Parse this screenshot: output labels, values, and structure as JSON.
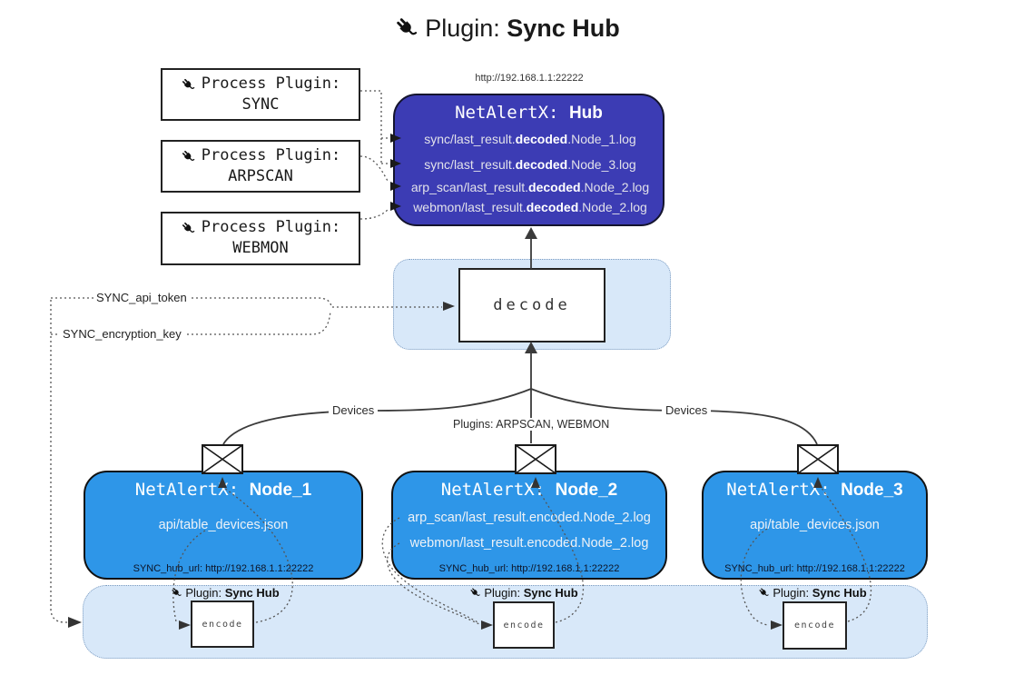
{
  "title": {
    "prefix": "Plugin:",
    "bold": "Sync Hub"
  },
  "hub": {
    "url": "http://192.168.1.1:22222",
    "name_prefix": "NetAlertX: ",
    "name_bold": "Hub",
    "logs": [
      {
        "pre": "sync/last_result.",
        "bold": "decoded",
        "post": ".Node_1.log"
      },
      {
        "pre": "sync/last_result.",
        "bold": "decoded",
        "post": ".Node_3.log"
      },
      {
        "pre": "arp_scan/last_result.",
        "bold": "decoded",
        "post": ".Node_2.log"
      },
      {
        "pre": "webmon/last_result.",
        "bold": "decoded",
        "post": ".Node_2.log"
      }
    ]
  },
  "process_plugins": [
    {
      "label": "Process Plugin:",
      "name": "SYNC"
    },
    {
      "label": "Process Plugin:",
      "name": "ARPSCAN"
    },
    {
      "label": "Process Plugin:",
      "name": "WEBMON"
    }
  ],
  "settings": {
    "api_token": "SYNC_api_token",
    "encryption_key": "SYNC_encryption_key"
  },
  "decode": {
    "label": "decode"
  },
  "edges": {
    "devices_left": "Devices",
    "devices_right": "Devices",
    "plugins_center": "Plugins: ARPSCAN, WEBMON"
  },
  "nodes": [
    {
      "name_prefix": "NetAlertX: ",
      "name_bold": "Node_1",
      "files": [
        "api/table_devices.json"
      ],
      "hub_url": "SYNC_hub_url: http://192.168.1.1:22222"
    },
    {
      "name_prefix": "NetAlertX: ",
      "name_bold": "Node_2",
      "files": [
        "arp_scan/last_result.encoded.Node_2.log",
        "webmon/last_result.encoded.Node_2.log"
      ],
      "hub_url": "SYNC_hub_url: http://192.168.1.1:22222"
    },
    {
      "name_prefix": "NetAlertX: ",
      "name_bold": "Node_3",
      "files": [
        "api/table_devices.json"
      ],
      "hub_url": "SYNC_hub_url: http://192.168.1.1:22222"
    }
  ],
  "encoders": {
    "label": "encode",
    "plugin_prefix": "Plugin: ",
    "plugin_bold": "Sync Hub"
  },
  "icons": {
    "plug": "plug-icon",
    "envelope": "envelope-icon"
  },
  "colors": {
    "hub_fill": "#3C3CB4",
    "node_fill": "#2E96E8",
    "panel_fill": "#D8E8F9",
    "panel_border": "#7D9CC0",
    "line": "#3B3B3B",
    "dotted": "#555555"
  }
}
